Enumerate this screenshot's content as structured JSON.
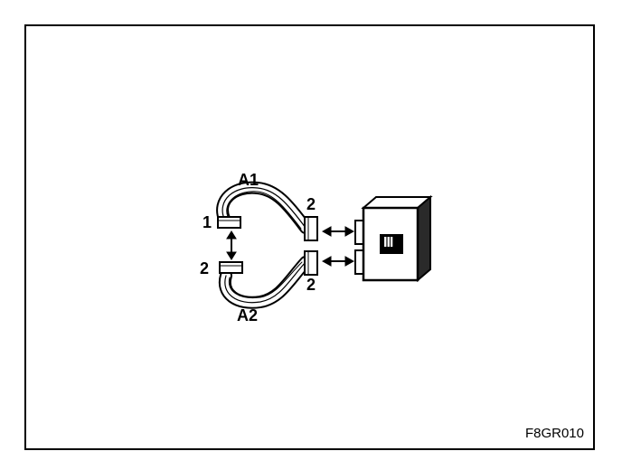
{
  "labels": {
    "cable_a1": "A1",
    "cable_a2": "A2",
    "connector_1": "1",
    "connector_2_left": "2",
    "connector_2_top_right": "2",
    "connector_2_bottom_right": "2",
    "unit_mark": "III"
  },
  "figure_code": "F8GR010",
  "colors": {
    "ink": "#000000",
    "paper": "#ffffff",
    "unit_side": "#2a2a2a"
  }
}
